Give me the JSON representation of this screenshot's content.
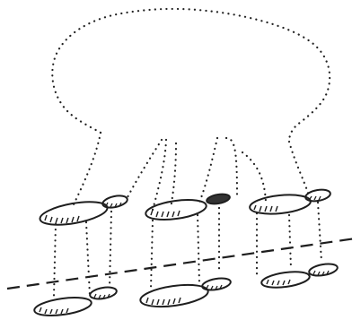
{
  "figure": {
    "kind": "line-drawing",
    "style": "pencil sketch",
    "ink_color": "#1e1e1e",
    "background": "#ffffff",
    "shapes": [
      "dotted-cloud-outline",
      "dotted-stalks",
      "hatched-ovals-row-1",
      "hatched-ovals-row-2",
      "dashed-diagonal-line"
    ]
  }
}
